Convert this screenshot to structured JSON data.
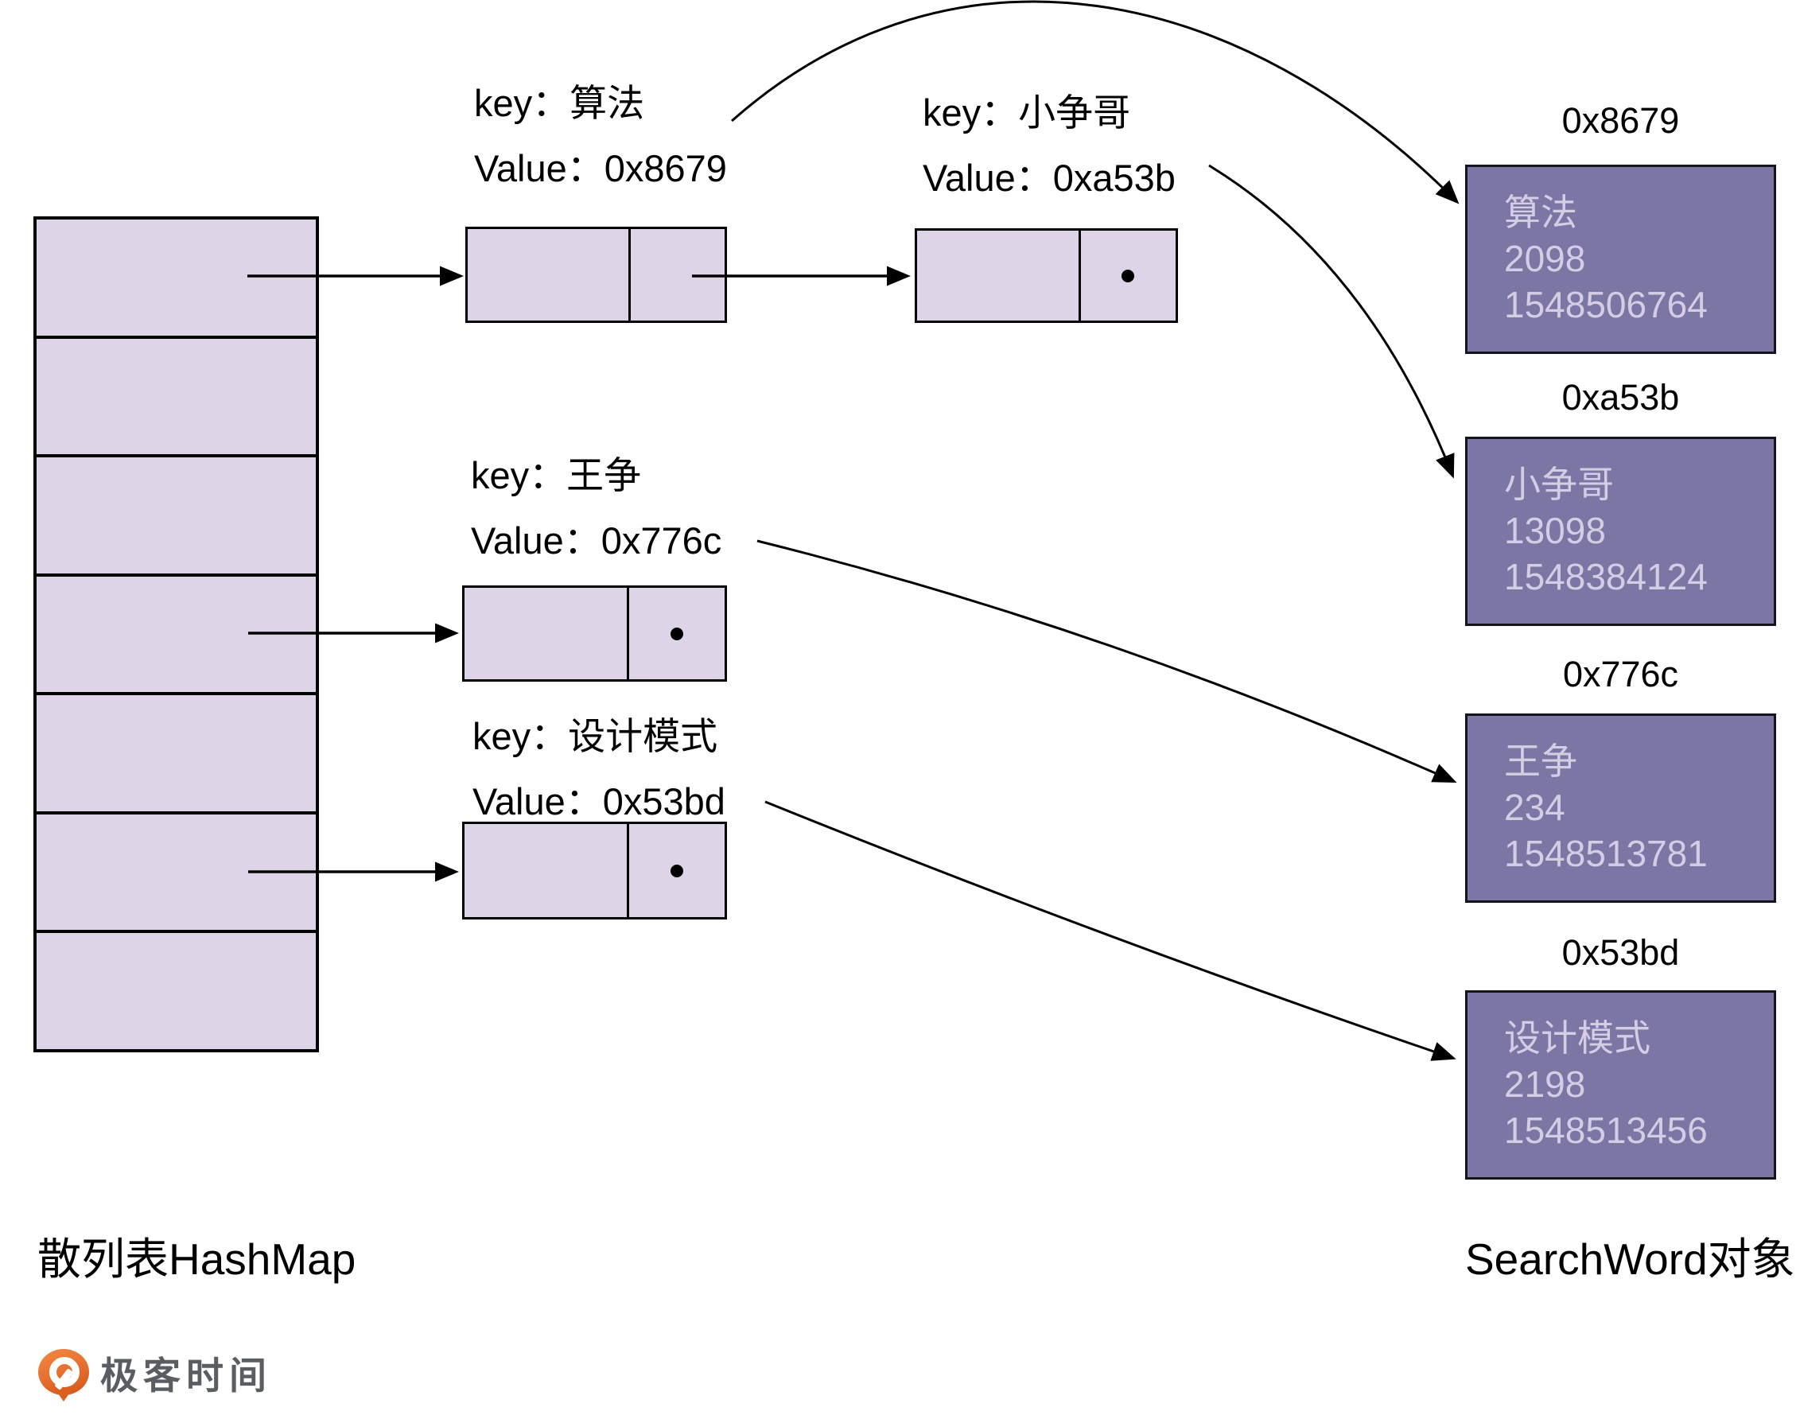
{
  "captions": {
    "hashmap": "散列表HashMap",
    "searchword": "SearchWord对象"
  },
  "hashmap": {
    "bucket_count": 7
  },
  "entries": [
    {
      "key": "key：算法",
      "value": "Value：0x8679"
    },
    {
      "key": "key：小争哥",
      "value": "Value：0xa53b"
    },
    {
      "key": "key：王争",
      "value": "Value：0x776c"
    },
    {
      "key": "key：设计模式",
      "value": "Value：0x53bd"
    }
  ],
  "objects": [
    {
      "address": "0x8679",
      "word": "算法",
      "count": "2098",
      "timestamp": "1548506764"
    },
    {
      "address": "0xa53b",
      "word": "小争哥",
      "count": "13098",
      "timestamp": "1548384124"
    },
    {
      "address": "0x776c",
      "word": "王争",
      "count": "234",
      "timestamp": "1548513781"
    },
    {
      "address": "0x53bd",
      "word": "设计模式",
      "count": "2198",
      "timestamp": "1548513456"
    }
  ],
  "branding": {
    "logo_text": "极客时间"
  },
  "colors": {
    "cell_fill": "#DDD5E7",
    "object_fill": "#7B76A4",
    "object_text": "#D5CDE4",
    "arrow_black": "#000000",
    "logo_orange": "#EF7F3D",
    "logo_text_gray": "#5A5E63"
  }
}
